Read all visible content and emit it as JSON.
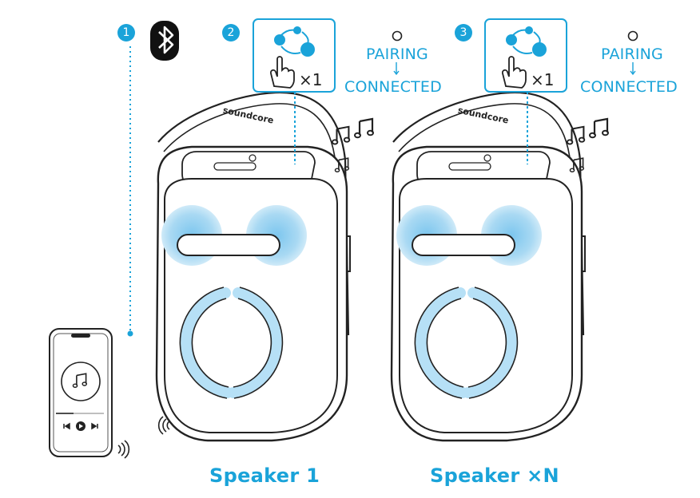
{
  "steps": [
    {
      "number": "1",
      "icon": "bluetooth-icon"
    },
    {
      "number": "2",
      "icon": "party-link-icon",
      "press_count": "×1"
    },
    {
      "number": "3",
      "icon": "party-link-icon",
      "press_count": "×1"
    }
  ],
  "status_1": {
    "pairing": "PAIRING",
    "connected": "CONNECTED"
  },
  "status_2": {
    "pairing": "PAIRING",
    "connected": "CONNECTED"
  },
  "speaker_1_label": "Speaker 1",
  "speaker_n_label": "Speaker ×N",
  "speaker_brand": "soundcore",
  "colors": {
    "accent": "#1aa3d9",
    "glow": "#b9e2f7",
    "outline": "#222222"
  }
}
